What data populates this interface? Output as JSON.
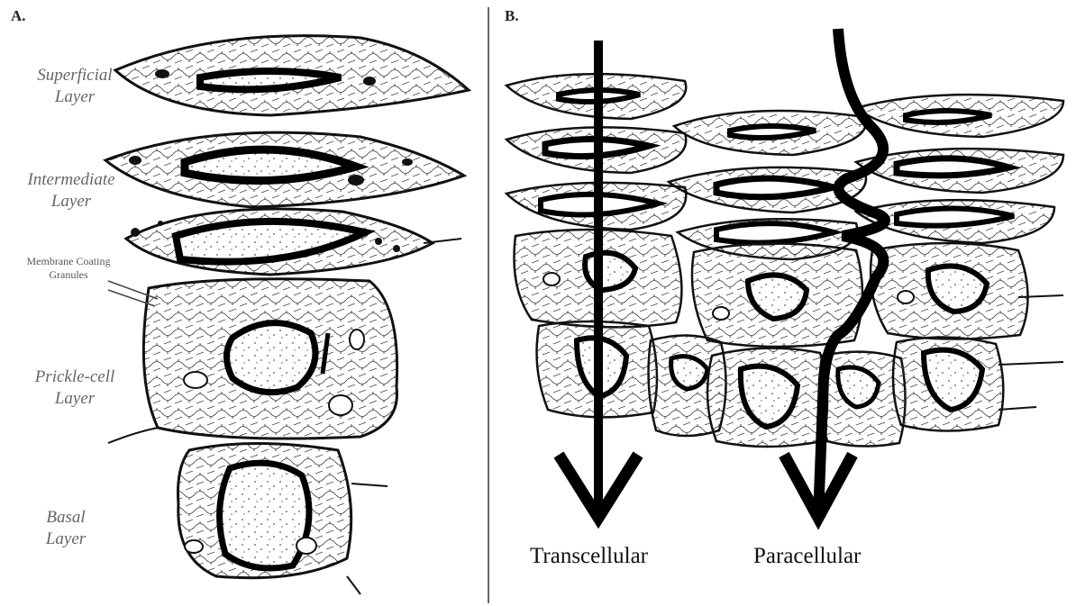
{
  "panels": {
    "a": {
      "letter": "A.",
      "labels": {
        "superficial": [
          "Superficial",
          "Layer"
        ],
        "intermediate": [
          "Intermediate",
          "Layer"
        ],
        "granules": [
          "Membrane Coating",
          "Granules"
        ],
        "prickle": [
          "Prickle-cell",
          "Layer"
        ],
        "basal": [
          "Basal",
          "Layer"
        ]
      }
    },
    "b": {
      "letter": "B.",
      "routes": {
        "transcellular": "Transcellular",
        "paracellular": "Paracellular"
      }
    }
  }
}
